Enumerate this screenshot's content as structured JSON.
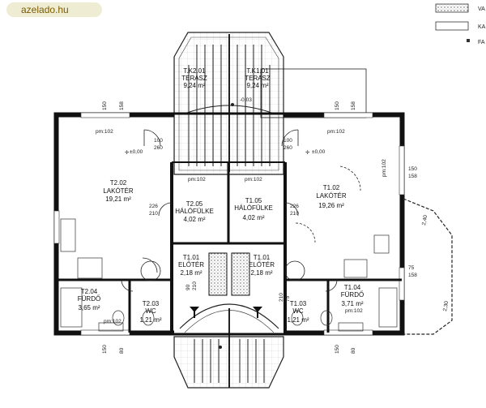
{
  "watermark": "azelado.hu",
  "legend": [
    {
      "text": "VA"
    },
    {
      "text": "KA"
    },
    {
      "text": "FA"
    }
  ],
  "rooms": {
    "terrace_left": {
      "code": "T.K2.01",
      "name": "TERASZ",
      "area": "9,24 m²"
    },
    "terrace_right": {
      "code": "T.K1.01",
      "name": "TERASZ",
      "area": "9,24 m²"
    },
    "living_left": {
      "code": "T2.02",
      "name": "LAKÓTÉR",
      "area": "19,21 m²"
    },
    "alcove_left": {
      "code": "T2.05",
      "name": "HÁLÓFÜLKE",
      "area": "4,02 m²"
    },
    "alcove_right": {
      "code": "T1.05",
      "name": "HÁLÓFÜLKE",
      "area": "4,02 m²"
    },
    "living_right": {
      "code": "T1.02",
      "name": "LAKÓTÉR",
      "area": "19,26 m²"
    },
    "hall_left": {
      "code": "T1.01",
      "name": "ELŐTÉR",
      "area": "2,18 m²"
    },
    "hall_right": {
      "code": "T1.01",
      "name": "ELŐTÉR",
      "area": "2,18 m²"
    },
    "bath_left": {
      "code": "T2.04",
      "name": "FÜRDŐ",
      "area": "3,65 m²"
    },
    "wc_left": {
      "code": "T2.03",
      "name": "WC",
      "area": "1,21 m²"
    },
    "wc_right": {
      "code": "T1.03",
      "name": "WC",
      "area": "1,21 m²"
    },
    "bath_right": {
      "code": "T1.04",
      "name": "FÜRDŐ",
      "area": "3,71 m²"
    }
  },
  "annotations": {
    "level_left": "±0,00",
    "level_right": "±0,00",
    "level_terrace": "-0,03",
    "pm_left": "pm:102",
    "pm_right": "pm:102",
    "pm_mid_left": "pm:102",
    "pm_mid_right": "pm:102",
    "pm_side": "pm:102",
    "pm_bath_left": "pm:102",
    "pm_bath_right": "pm:102",
    "diag_a": "2,40",
    "diag_b": "2,30"
  },
  "dimensions": {
    "top_left_a": "150",
    "top_left_b": "158",
    "top_right_a": "150",
    "top_right_b": "158",
    "win_left_a": "100",
    "win_left_b": "260",
    "win_right_a": "100",
    "win_right_b": "260",
    "side_a": "150",
    "side_b": "158",
    "side_c": "75",
    "side_d": "158",
    "door_left_a": "226",
    "door_left_b": "210",
    "door_right_a": "226",
    "door_right_b": "210",
    "bot_left_a": "150",
    "bot_left_b": "80",
    "bot_right_a": "150",
    "bot_right_b": "80",
    "wc_a": "75",
    "wc_b": "210",
    "mid_a": "90",
    "mid_b": "210"
  }
}
